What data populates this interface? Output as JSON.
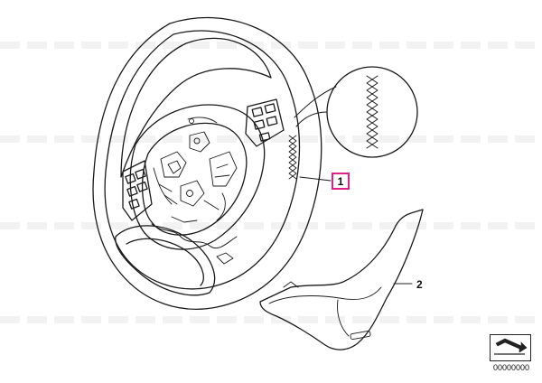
{
  "diagram": {
    "callouts": [
      {
        "id": "1",
        "label": "1"
      },
      {
        "id": "2",
        "label": "2"
      }
    ],
    "drawing_number": "00000000",
    "highlight_color": "#e0218a",
    "line_color": "#1a1a1a",
    "parts": [
      {
        "name": "steering-wheel",
        "callout": "1"
      },
      {
        "name": "trim-cover",
        "callout": "2"
      }
    ],
    "detail_view": "stitching-detail"
  }
}
